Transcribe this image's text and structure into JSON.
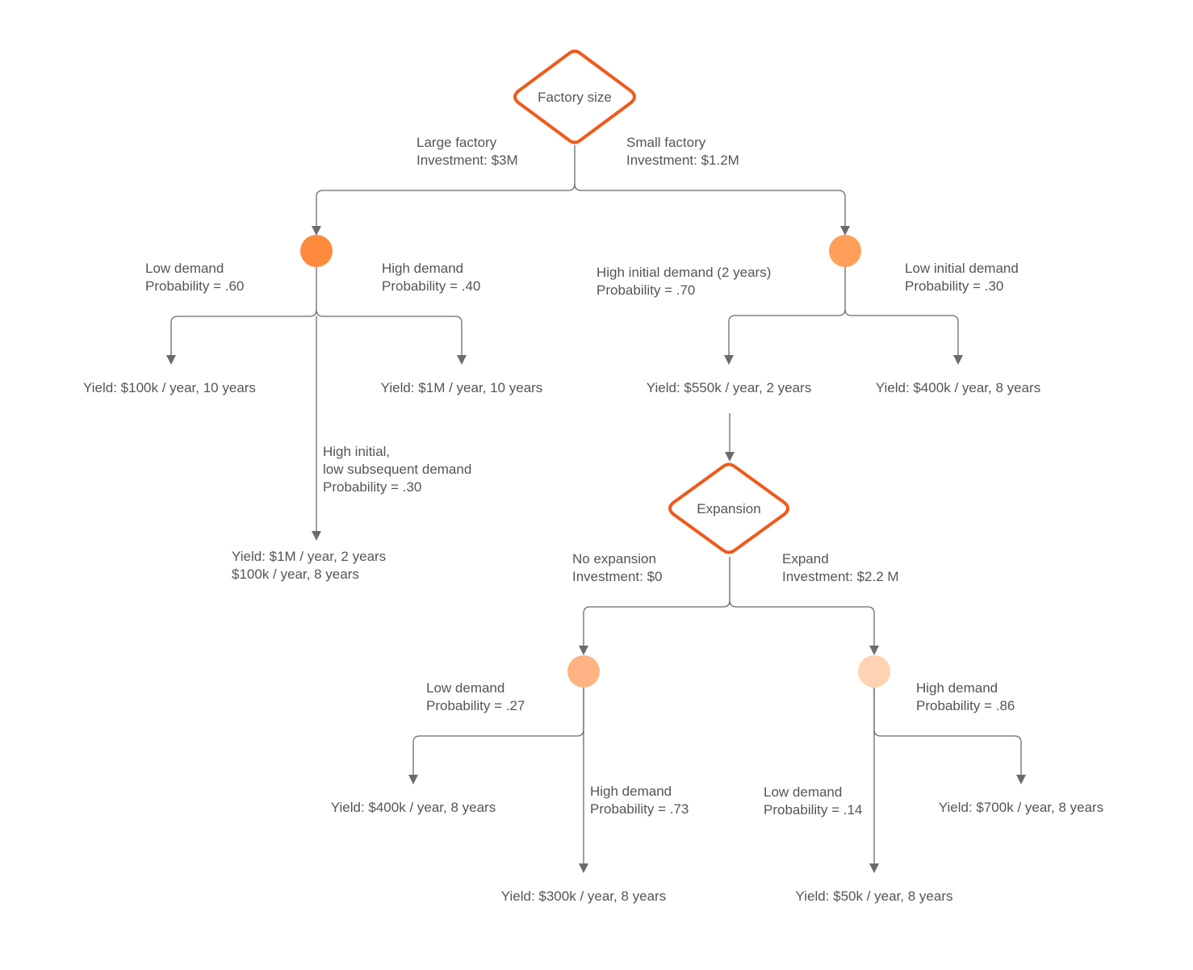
{
  "decisions": {
    "factory_size": "Factory size",
    "expansion": "Expansion"
  },
  "colors": {
    "decision_stroke": "#f05a1a",
    "chance_1": "#ff8a3d",
    "chance_2": "#ff9f5a",
    "chance_3": "#ffb384",
    "chance_4": "#ffd2b3",
    "edge": "#6b6b6b",
    "text": "#555555"
  },
  "branches": {
    "large": [
      "Large factory",
      "Investment: $3M"
    ],
    "small": [
      "Small factory",
      "Investment: $1.2M"
    ],
    "large_low": [
      "Low demand",
      "Probability = .60"
    ],
    "large_high": [
      "High demand",
      "Probability = .40"
    ],
    "large_mixed": [
      "High initial,",
      "low subsequent demand",
      "Probability = .30"
    ],
    "small_high_initial": [
      "High initial demand (2 years)",
      "Probability = .70"
    ],
    "small_low_initial": [
      "Low initial demand",
      "Probability = .30"
    ],
    "no_expansion": [
      "No expansion",
      "Investment: $0"
    ],
    "expand": [
      "Expand",
      "Investment: $2.2 M"
    ],
    "noexp_low": [
      "Low demand",
      "Probability = .27"
    ],
    "noexp_high": [
      "High demand",
      "Probability = .73"
    ],
    "exp_high": [
      "High demand",
      "Probability = .86"
    ],
    "exp_low": [
      "Low demand",
      "Probability = .14"
    ]
  },
  "outcomes": {
    "large_low": [
      "Yield: $100k / year, 10 years"
    ],
    "large_high": [
      "Yield: $1M / year, 10 years"
    ],
    "large_mixed": [
      "Yield: $1M / year, 2 years",
      "$100k / year, 8 years"
    ],
    "small_high_initial": [
      "Yield: $550k / year, 2 years"
    ],
    "small_low_initial": [
      "Yield: $400k / year, 8 years"
    ],
    "noexp_low": [
      "Yield: $400k / year, 8 years"
    ],
    "noexp_high": [
      "Yield: $300k / year, 8 years"
    ],
    "exp_low": [
      "Yield: $50k / year, 8 years"
    ],
    "exp_high": [
      "Yield: $700k / year, 8 years"
    ]
  }
}
